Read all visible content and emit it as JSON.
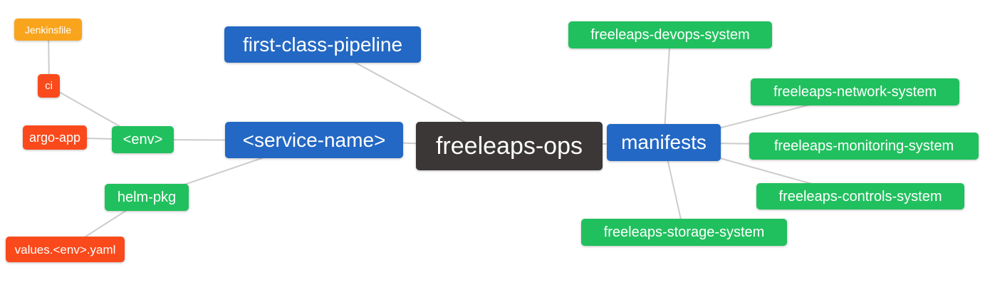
{
  "diagram": {
    "type": "mindmap",
    "background": "#ffffff",
    "edge_color": "#cccccc",
    "text_color": "#ffffff"
  },
  "palette": {
    "root_dark": "#3b3737",
    "branch_blue": "#2368c4",
    "leaf_green": "#21c05e",
    "leaf_red": "#fa4a1b",
    "leaf_orange": "#f8a41d"
  },
  "nodes": [
    {
      "id": "freeleaps-ops",
      "label": "freeleaps-ops",
      "color": "#3b3737"
    },
    {
      "id": "first-class-pipeline",
      "label": "first-class-pipeline",
      "color": "#2368c4"
    },
    {
      "id": "service-name",
      "label": "<service-name>",
      "color": "#2368c4"
    },
    {
      "id": "manifests",
      "label": "manifests",
      "color": "#2368c4"
    },
    {
      "id": "env",
      "label": "<env>",
      "color": "#21c05e"
    },
    {
      "id": "helm-pkg",
      "label": "helm-pkg",
      "color": "#21c05e"
    },
    {
      "id": "jenkinsfile",
      "label": "Jenkinsfile",
      "color": "#f8a41d"
    },
    {
      "id": "ci",
      "label": "ci",
      "color": "#fa4a1b"
    },
    {
      "id": "argo-app",
      "label": "argo-app",
      "color": "#fa4a1b"
    },
    {
      "id": "values-env-yaml",
      "label": "values.<env>.yaml",
      "color": "#fa4a1b"
    },
    {
      "id": "freeleaps-devops-system",
      "label": "freeleaps-devops-system",
      "color": "#21c05e"
    },
    {
      "id": "freeleaps-network-system",
      "label": "freeleaps-network-system",
      "color": "#21c05e"
    },
    {
      "id": "freeleaps-monitoring-system",
      "label": "freeleaps-monitoring-system",
      "color": "#21c05e"
    },
    {
      "id": "freeleaps-controls-system",
      "label": "freeleaps-controls-system",
      "color": "#21c05e"
    },
    {
      "id": "freeleaps-storage-system",
      "label": "freeleaps-storage-system",
      "color": "#21c05e"
    }
  ],
  "edges": [
    [
      "jenkinsfile",
      "ci"
    ],
    [
      "ci",
      "env"
    ],
    [
      "argo-app",
      "env"
    ],
    [
      "env",
      "service-name"
    ],
    [
      "helm-pkg",
      "service-name"
    ],
    [
      "values-env-yaml",
      "helm-pkg"
    ],
    [
      "first-class-pipeline",
      "freeleaps-ops"
    ],
    [
      "service-name",
      "freeleaps-ops"
    ],
    [
      "freeleaps-ops",
      "manifests"
    ],
    [
      "manifests",
      "freeleaps-devops-system"
    ],
    [
      "manifests",
      "freeleaps-network-system"
    ],
    [
      "manifests",
      "freeleaps-monitoring-system"
    ],
    [
      "manifests",
      "freeleaps-controls-system"
    ],
    [
      "manifests",
      "freeleaps-storage-system"
    ]
  ]
}
